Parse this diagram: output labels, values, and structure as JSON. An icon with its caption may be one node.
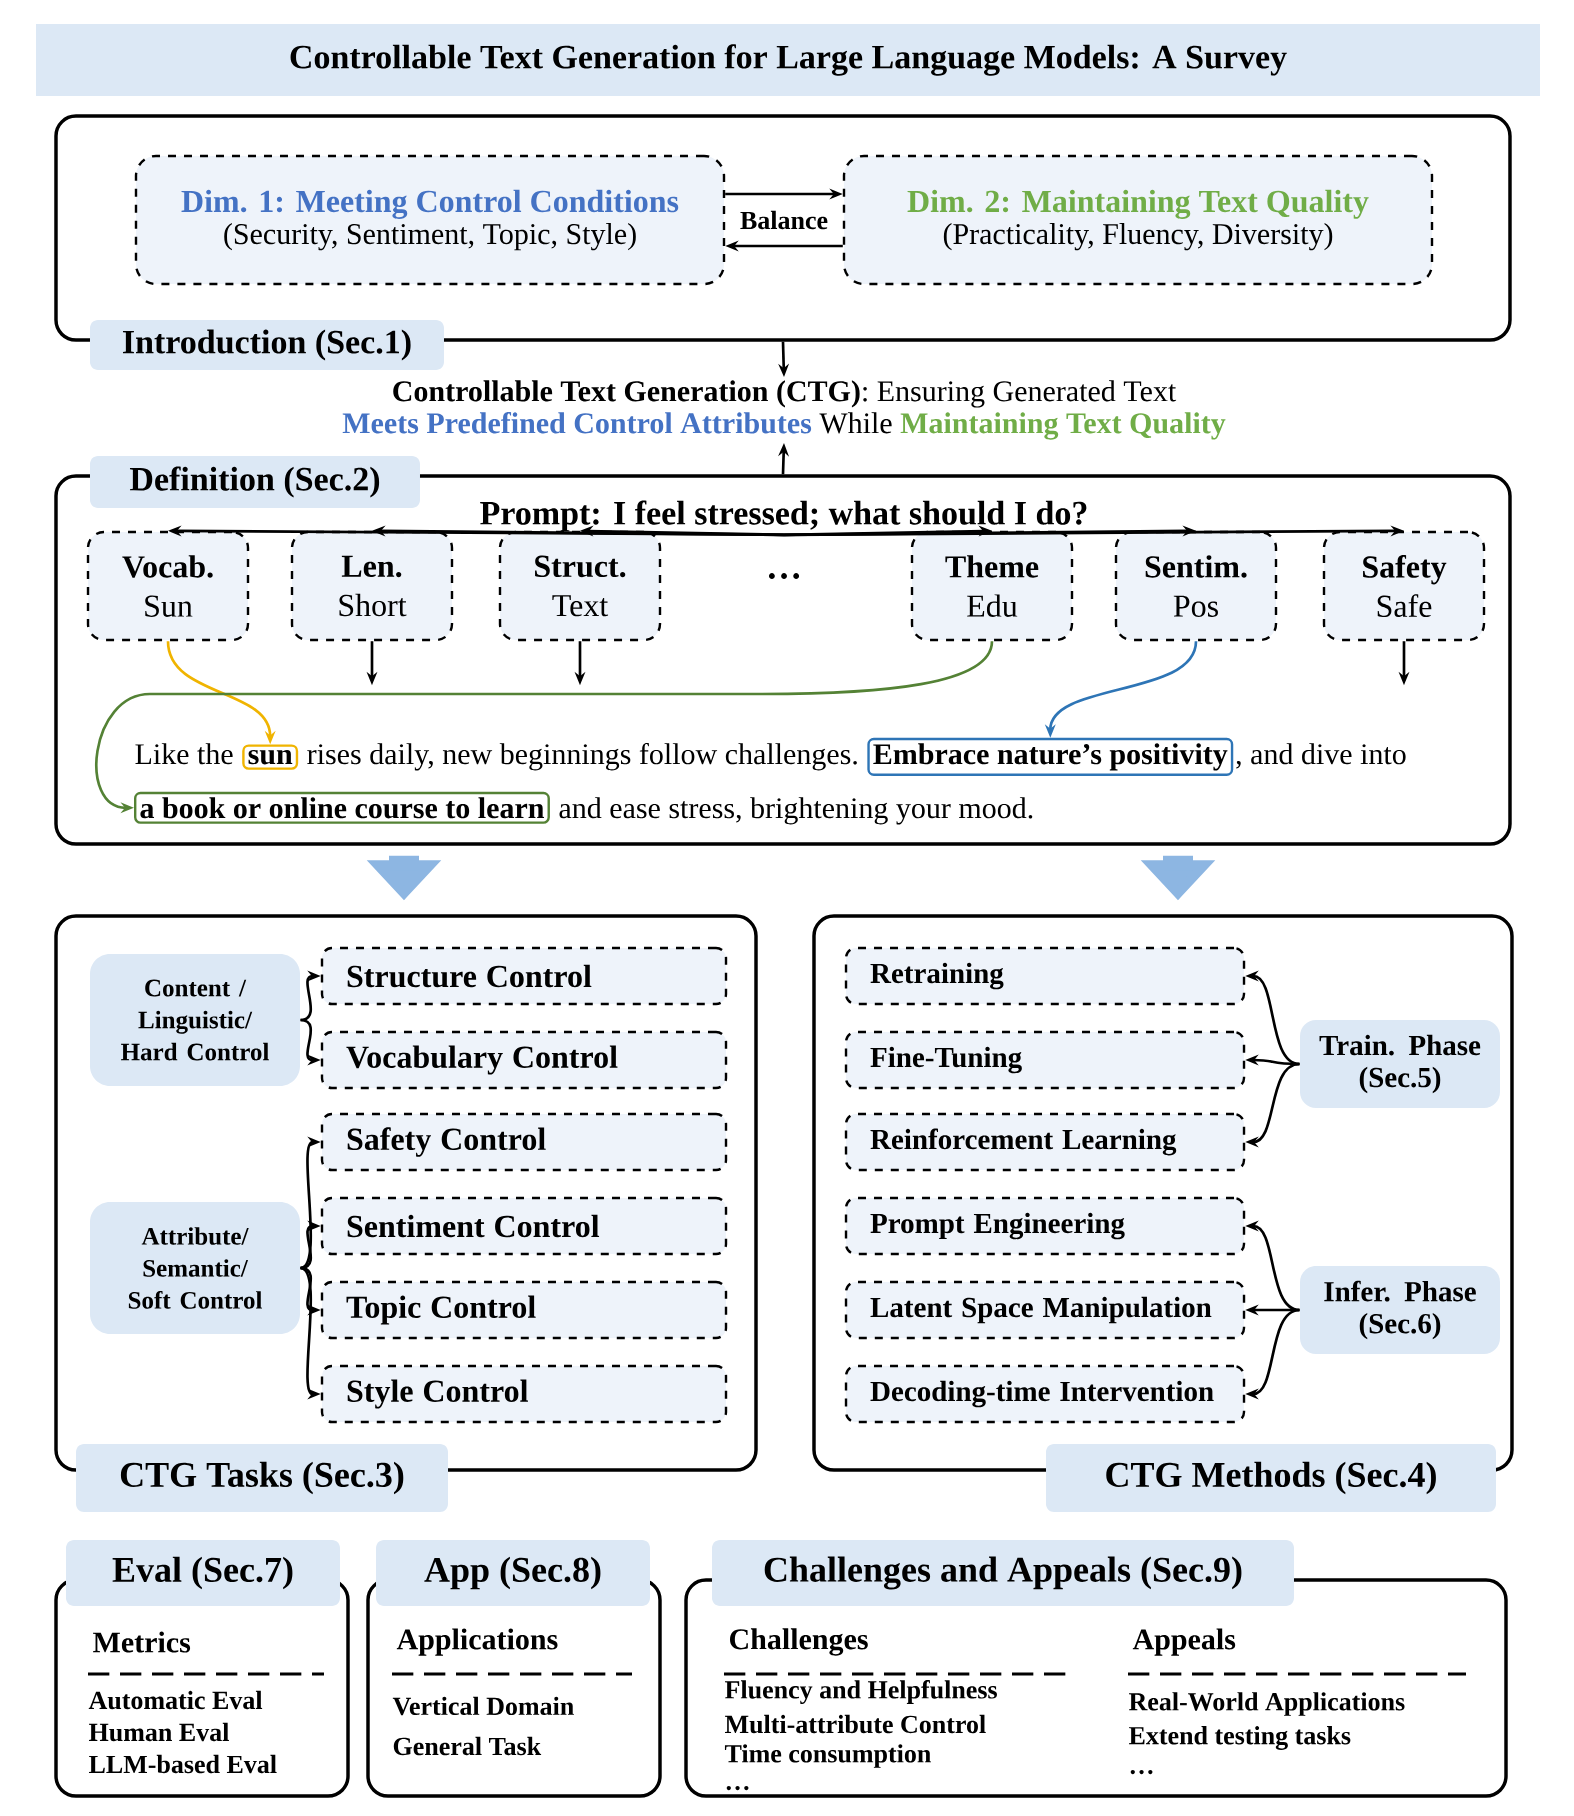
{
  "diagram": {
    "title": "Controllable Text Generation for Large Language Models: A Survey",
    "nodes": [
      {
        "text": [
          "Introduction (Sec.1)"
        ]
      },
      {
        "text": [
          "Dim. 1: Meeting Control Conditions",
          "(Security, Sentiment, Topic, Style)"
        ],
        "in": 0
      },
      {
        "text": [
          "Dim. 2: Maintaining Text Quality",
          "(Practicality, Fluency, Diversity)"
        ],
        "in": 0
      },
      {
        "text": [
          "**Controllable Text Generation (CTG)**: Ensuring Generated Text",
          "Meets Predefined Control Attributes",
          "While",
          "Maintaining Text Quality"
        ]
      },
      {
        "text": [
          "Definition (Sec.2)"
        ]
      },
      {
        "text": [
          "Prompt: I feel stressed; what should I do?"
        ],
        "in": 4
      },
      {
        "text": [
          "Vocab.",
          "Sun"
        ],
        "in": 4
      },
      {
        "text": [
          "Len.",
          "Short"
        ],
        "in": 4
      },
      {
        "text": [
          "Struct.",
          "Text"
        ],
        "in": 4
      },
      {
        "text": [
          "Theme",
          "Edu"
        ],
        "in": 4
      },
      {
        "text": [
          "Sentim.",
          "Pos"
        ],
        "in": 4
      },
      {
        "text": [
          "Safety",
          "Safe"
        ],
        "in": 4
      },
      {
        "text": [
          "sun"
        ],
        "in": 4
      },
      {
        "text": [
          "Embrace nature’s positivity"
        ],
        "in": 4
      },
      {
        "text": [
          "a book or online course to learn"
        ],
        "in": 4
      },
      {
        "text": [
          "CTG Tasks (Sec.3)"
        ]
      },
      {
        "text": [
          "Content / Linguistic/ Hard Control"
        ],
        "in": 15
      },
      {
        "text": [
          "Structure Control"
        ],
        "in": 15
      },
      {
        "text": [
          "Vocabulary Control"
        ],
        "in": 15
      },
      {
        "text": [
          "Attribute/ Semantic/ Soft Control"
        ],
        "in": 15
      },
      {
        "text": [
          "Safety Control"
        ],
        "in": 15
      },
      {
        "text": [
          "Sentiment Control"
        ],
        "in": 15
      },
      {
        "text": [
          "Topic Control"
        ],
        "in": 15
      },
      {
        "text": [
          "Style Control"
        ],
        "in": 15
      },
      {
        "text": [
          "CTG Methods (Sec.4)"
        ]
      },
      {
        "text": [
          "Retraining"
        ],
        "in": 24
      },
      {
        "text": [
          "Fine-Tuning"
        ],
        "in": 24
      },
      {
        "text": [
          "Reinforcement Learning"
        ],
        "in": 24
      },
      {
        "text": [
          "Prompt Engineering"
        ],
        "in": 24
      },
      {
        "text": [
          "Latent Space Manipulation"
        ],
        "in": 24
      },
      {
        "text": [
          "Decoding-time Intervention"
        ],
        "in": 24
      },
      {
        "text": [
          "Train. Phase (Sec.5)"
        ],
        "in": 24
      },
      {
        "text": [
          "Infer. Phase (Sec.6)"
        ],
        "in": 24
      },
      {
        "text": [
          "Eval (Sec.7)",
          "Metrics",
          "Automatic Eval",
          "Human Eval",
          "LLM-based Eval"
        ]
      },
      {
        "text": [
          "App (Sec.8)",
          "Applications",
          "Vertical Domain",
          "General Task"
        ]
      },
      {
        "text": [
          "Challenges and Appeals (Sec.9)",
          "Challenges",
          "Fluency and Helpfulness",
          "Multi-attribute Control",
          "Time consumption",
          "…",
          "Appeals",
          "Real-World Applications",
          "Extend testing tasks",
          "…"
        ]
      }
    ],
    "edges": [
      {
        "from": 1,
        "to": 2,
        "arrow": "to",
        "label": "Balance"
      },
      {
        "from": 2,
        "to": 1,
        "arrow": "to"
      },
      {
        "from": 0,
        "to": 3,
        "arrow": "to"
      },
      {
        "from": 4,
        "to": 3,
        "arrow": "to"
      },
      {
        "from": 5,
        "to": 6,
        "arrow": "to"
      },
      {
        "from": 5,
        "to": 7,
        "arrow": "to"
      },
      {
        "from": 5,
        "to": 8,
        "arrow": "to"
      },
      {
        "from": 5,
        "to": 9,
        "arrow": "to"
      },
      {
        "from": 5,
        "to": 10,
        "arrow": "to"
      },
      {
        "from": 5,
        "to": 11,
        "arrow": "to"
      },
      {
        "from": 6,
        "to": 12,
        "arrow": "to",
        "color": "#f0b400"
      },
      {
        "from": 7,
        "to": null,
        "arrow": "to"
      },
      {
        "from": 8,
        "to": null,
        "arrow": "to"
      },
      {
        "from": 9,
        "to": 14,
        "arrow": "to",
        "color": "#548235"
      },
      {
        "from": 10,
        "to": 13,
        "arrow": "to",
        "color": "#2e75b6"
      },
      {
        "from": 11,
        "to": null,
        "arrow": "to"
      },
      {
        "from": 4,
        "to": 15,
        "arrow": "to",
        "style": "thick",
        "color": "#8db6e2"
      },
      {
        "from": 4,
        "to": 24,
        "arrow": "to",
        "style": "thick",
        "color": "#8db6e2"
      },
      {
        "from": 16,
        "to": 17,
        "arrow": "to"
      },
      {
        "from": 16,
        "to": 18,
        "arrow": "to"
      },
      {
        "from": 19,
        "to": 20,
        "arrow": "to"
      },
      {
        "from": 19,
        "to": 21,
        "arrow": "to"
      },
      {
        "from": 19,
        "to": 22,
        "arrow": "to"
      },
      {
        "from": 19,
        "to": 23,
        "arrow": "to"
      },
      {
        "from": 31,
        "to": 25,
        "arrow": "to"
      },
      {
        "from": 31,
        "to": 26,
        "arrow": "to"
      },
      {
        "from": 31,
        "to": 27,
        "arrow": "to"
      },
      {
        "from": 32,
        "to": 28,
        "arrow": "to"
      },
      {
        "from": 32,
        "to": 29,
        "arrow": "to"
      },
      {
        "from": 32,
        "to": 30,
        "arrow": "to"
      }
    ],
    "labels": [
      "…",
      "Like the",
      "rises daily, new beginnings follow challenges.",
      ", and dive into",
      "and ease stress, brightening your mood."
    ]
  }
}
